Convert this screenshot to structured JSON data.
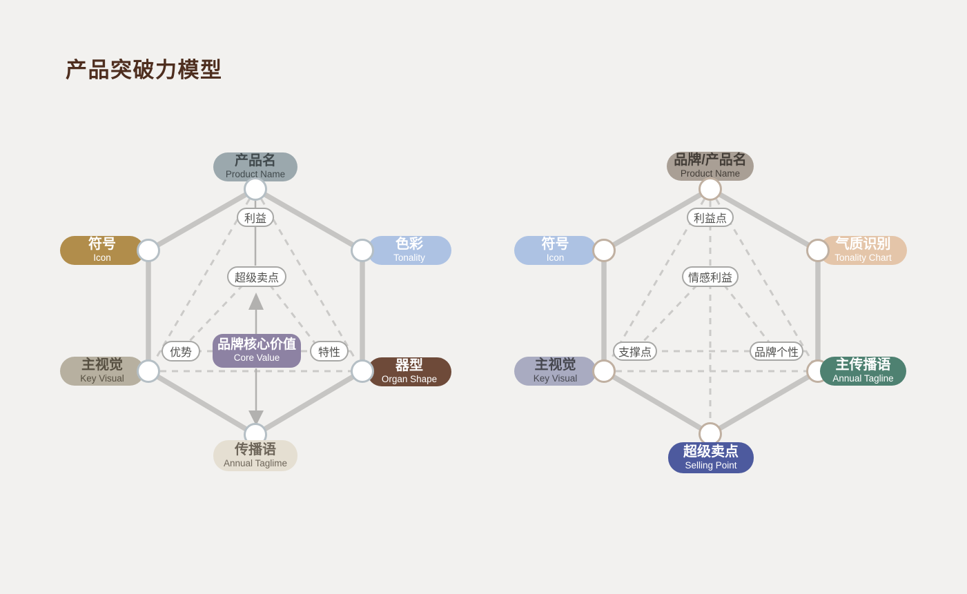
{
  "page": {
    "title": "产品突破力模型"
  },
  "palette": {
    "background": "#f2f1ef",
    "title_color": "#4e2e1f",
    "hexagon_edge": "#c6c5c3",
    "dashed_line": "#cbcac8",
    "solid_axis_and_arrow": "#b2b1af",
    "left_vertex_border": "#b5bfc5",
    "right_vertex_border": "#c0b0a1",
    "chip_border": "#a7a7a5"
  },
  "left_diagram": {
    "nodes": {
      "top": {
        "zh": "产品名",
        "en": "Product Name",
        "bg": "#9ba8ad",
        "fg": "#414a4d"
      },
      "upper_left": {
        "zh": "符号",
        "en": "Icon",
        "bg": "#b18d4b",
        "fg": "#ffffff"
      },
      "upper_right": {
        "zh": "色彩",
        "en": "Tonality",
        "bg": "#adc2e3",
        "fg": "#ffffff"
      },
      "lower_left": {
        "zh": "主视觉",
        "en": "Key Visual",
        "bg": "#b7b0a0",
        "fg": "#564f41"
      },
      "lower_right": {
        "zh": "器型",
        "en": "Organ Shape",
        "bg": "#6e4a39",
        "fg": "#ffffff"
      },
      "bottom": {
        "zh": "传播语",
        "en": "Annual Taglime",
        "bg": "#e5dfd2",
        "fg": "#6e665a"
      },
      "center": {
        "zh": "品牌核心价值",
        "en": "Core Value",
        "bg": "#8d82a3",
        "fg": "#ffffff"
      }
    },
    "inner_labels": {
      "top": "利益",
      "middle": "超级卖点",
      "left": "优势",
      "right": "特性"
    }
  },
  "right_diagram": {
    "nodes": {
      "top": {
        "zh": "品牌/产品名",
        "en": "Product Name",
        "bg": "#a99f95",
        "fg": "#443e38"
      },
      "upper_left": {
        "zh": "符号",
        "en": "Icon",
        "bg": "#adc2e3",
        "fg": "#ffffff"
      },
      "upper_right": {
        "zh": "气质识别",
        "en": "Tonality Chart",
        "bg": "#e4c5a9",
        "fg": "#ffffff"
      },
      "lower_left": {
        "zh": "主视觉",
        "en": "Key Visual",
        "bg": "#a9abc1",
        "fg": "#46474f"
      },
      "lower_right": {
        "zh": "主传播语",
        "en": "Annual Tagline",
        "bg": "#4e8171",
        "fg": "#ffffff"
      },
      "bottom": {
        "zh": "超级卖点",
        "en": "Selling Point",
        "bg": "#4d5a9e",
        "fg": "#ffffff"
      }
    },
    "inner_labels": {
      "top": "利益点",
      "middle": "情感利益",
      "left": "支撑点",
      "right": "品牌个性"
    }
  }
}
